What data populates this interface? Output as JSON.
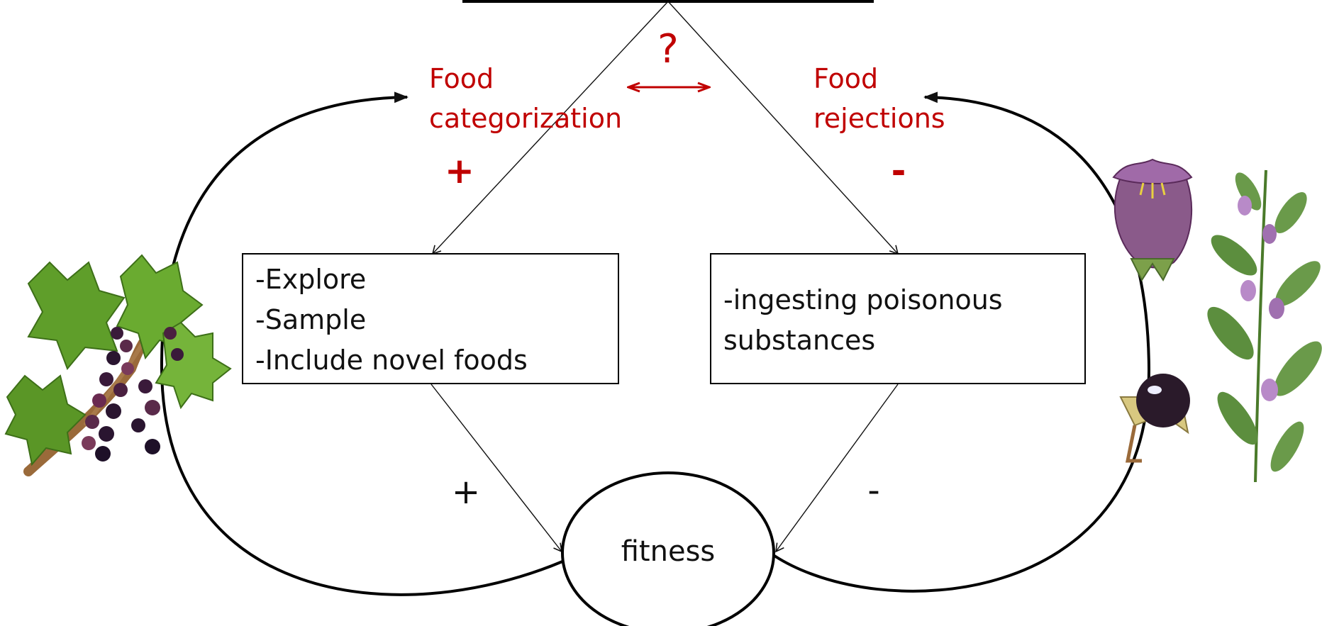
{
  "labels": {
    "question_mark": "?",
    "food_categorization_line1": "Food",
    "food_categorization_line2": "categorization",
    "food_rejections_line1": "Food",
    "food_rejections_line2": "rejections",
    "left_sign_top": "+",
    "right_sign_top": "-",
    "left_sign_bottom": "+",
    "right_sign_bottom": "-",
    "fitness": "fitness"
  },
  "left_box": {
    "lines": [
      "-Explore",
      "-Sample",
      "-Include novel foods"
    ]
  },
  "right_box": {
    "lines": [
      "-ingesting poisonous",
      "substances"
    ]
  },
  "colors": {
    "accent_red": "#c00000",
    "line_black": "#111111"
  },
  "illustrations": {
    "left": "blackcurrant-branch",
    "right_flower": "belladonna-flower",
    "right_berry": "belladonna-berry",
    "right_plant": "belladonna-plant"
  }
}
